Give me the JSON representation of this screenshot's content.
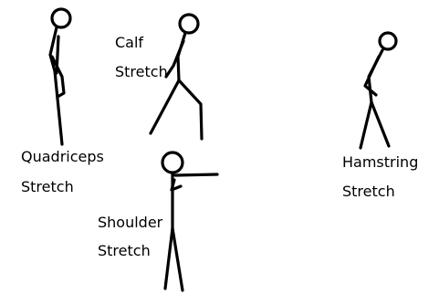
{
  "background_color": "#ffffff",
  "ink_color": "#000000",
  "figures": [
    {
      "id": "quadriceps",
      "label_line1": "Quadriceps",
      "label_line2": "Stretch"
    },
    {
      "id": "calf",
      "label_line1": "Calf",
      "label_line2": "Stretch"
    },
    {
      "id": "shoulder",
      "label_line1": "Shoulder",
      "label_line2": "Stretch"
    },
    {
      "id": "hamstring",
      "label_line1": "Hamstring",
      "label_line2": "Stretch"
    }
  ]
}
